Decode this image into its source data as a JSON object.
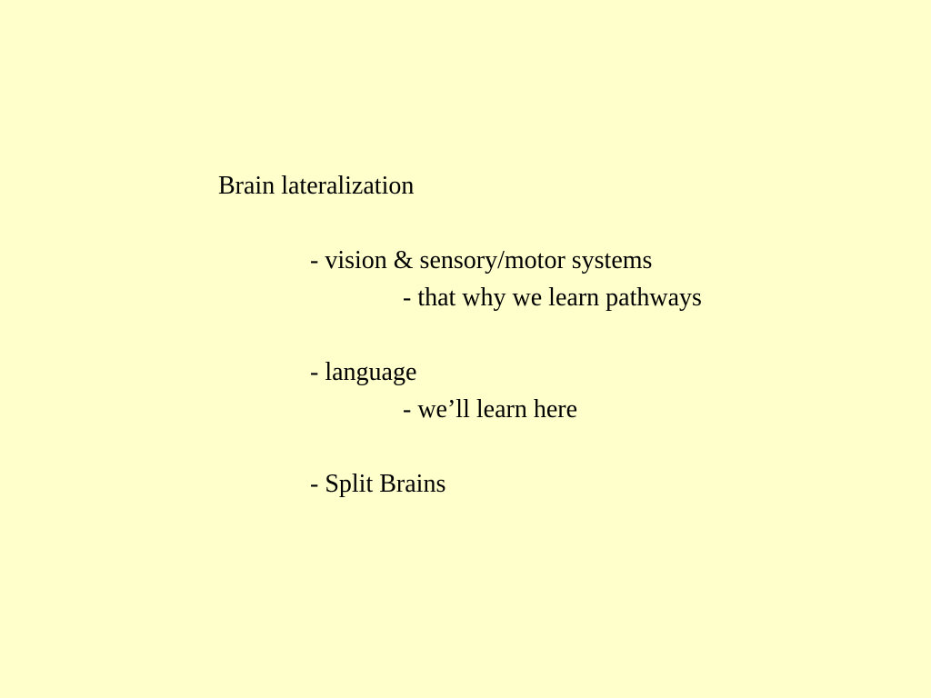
{
  "slide": {
    "background_color": "#FFFFCC",
    "title": "Brain lateralization",
    "bullets": [
      {
        "text": "- vision & sensory/motor systems",
        "sub": [
          "- that why we learn pathways"
        ]
      },
      {
        "text": "- language",
        "sub": [
          "- we’ll learn here"
        ]
      },
      {
        "text": "- Split Brains",
        "sub": []
      }
    ]
  }
}
